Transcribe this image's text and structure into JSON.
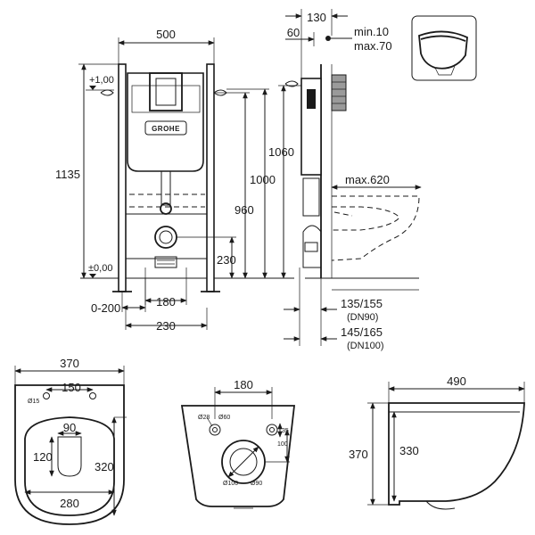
{
  "front_view": {
    "width": "500",
    "height_total": "1135",
    "plus_level": "+1,00",
    "zero_level": "±0,00",
    "range_adjust": "0-200",
    "pipe_spacing": "180",
    "pipe_offset": "230",
    "outlet_height": "230",
    "height_960": "960",
    "height_1000": "1000",
    "height_1060": "1060",
    "brand": "GROHE"
  },
  "side_view": {
    "depth_130": "130",
    "depth_60": "60",
    "min_label": "min.10",
    "max_label": "max.70",
    "max_620": "max.620",
    "dim_135_155": "135/155",
    "dn90": "(DN90)",
    "dim_145_165": "145/165",
    "dn100": "(DN100)"
  },
  "seat_view": {
    "width": "370",
    "hole_spacing": "150",
    "hole_diameter": "Ø15",
    "inner_width": "90",
    "inner_height": "120",
    "seat_height": "320",
    "seat_width": "280"
  },
  "back_view": {
    "bolt_spacing": "180",
    "d28": "Ø28",
    "d60": "Ø60",
    "d100": "Ø100",
    "d90": "Ø90",
    "d35": "35",
    "d100b": "100"
  },
  "profile_view": {
    "length": "490",
    "height": "370",
    "inner_height": "330"
  }
}
